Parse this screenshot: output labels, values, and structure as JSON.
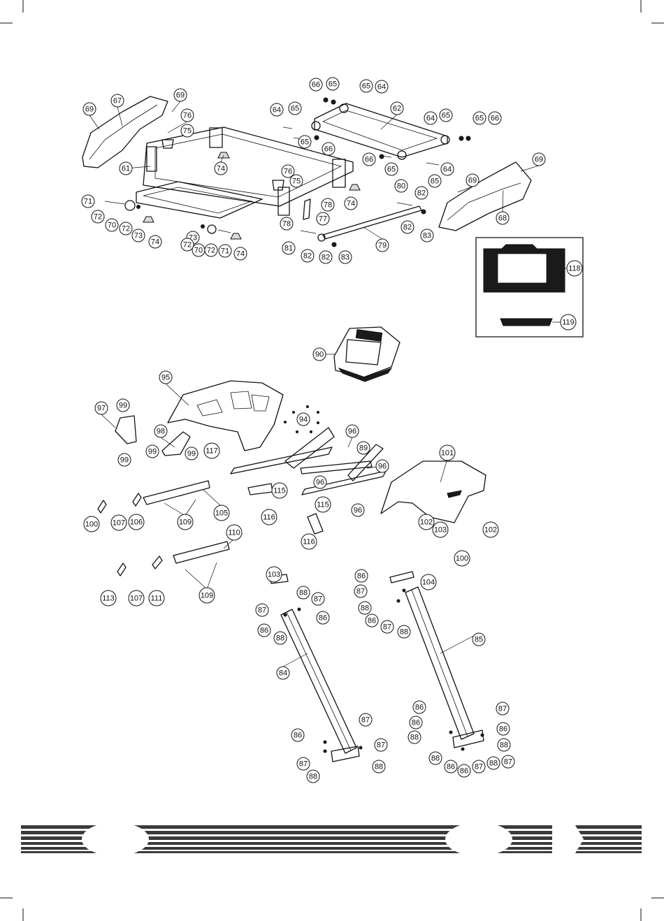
{
  "callouts": [
    {
      "label": "66"
    },
    {
      "label": "65"
    },
    {
      "label": "65"
    },
    {
      "label": "64"
    },
    {
      "label": "69"
    },
    {
      "label": "67"
    },
    {
      "label": "69"
    },
    {
      "label": "76"
    },
    {
      "label": "75"
    },
    {
      "label": "64"
    },
    {
      "label": "65"
    },
    {
      "label": "62"
    },
    {
      "label": "64"
    },
    {
      "label": "65"
    },
    {
      "label": "65"
    },
    {
      "label": "66"
    },
    {
      "label": "65"
    },
    {
      "label": "66"
    },
    {
      "label": "61"
    },
    {
      "label": "74"
    },
    {
      "label": "76"
    },
    {
      "label": "75"
    },
    {
      "label": "66"
    },
    {
      "label": "65"
    },
    {
      "label": "64"
    },
    {
      "label": "65"
    },
    {
      "label": "69"
    },
    {
      "label": "69"
    },
    {
      "label": "80"
    },
    {
      "label": "82"
    },
    {
      "label": "74"
    },
    {
      "label": "71"
    },
    {
      "label": "72"
    },
    {
      "label": "70"
    },
    {
      "label": "72"
    },
    {
      "label": "73"
    },
    {
      "label": "74"
    },
    {
      "label": "78"
    },
    {
      "label": "77"
    },
    {
      "label": "78"
    },
    {
      "label": "68"
    },
    {
      "label": "82"
    },
    {
      "label": "83"
    },
    {
      "label": "73"
    },
    {
      "label": "72"
    },
    {
      "label": "70"
    },
    {
      "label": "72"
    },
    {
      "label": "71"
    },
    {
      "label": "74"
    },
    {
      "label": "81"
    },
    {
      "label": "82"
    },
    {
      "label": "82"
    },
    {
      "label": "83"
    },
    {
      "label": "79"
    },
    {
      "label": "118"
    },
    {
      "label": "119"
    },
    {
      "label": "90"
    },
    {
      "label": "95"
    },
    {
      "label": "97"
    },
    {
      "label": "99"
    },
    {
      "label": "94"
    },
    {
      "label": "98"
    },
    {
      "label": "99"
    },
    {
      "label": "99"
    },
    {
      "label": "117"
    },
    {
      "label": "99"
    },
    {
      "label": "96"
    },
    {
      "label": "89"
    },
    {
      "label": "101"
    },
    {
      "label": "96"
    },
    {
      "label": "96"
    },
    {
      "label": "115"
    },
    {
      "label": "96"
    },
    {
      "label": "116"
    },
    {
      "label": "115"
    },
    {
      "label": "100"
    },
    {
      "label": "107"
    },
    {
      "label": "106"
    },
    {
      "label": "109"
    },
    {
      "label": "105"
    },
    {
      "label": "102"
    },
    {
      "label": "103"
    },
    {
      "label": "102"
    },
    {
      "label": "116"
    },
    {
      "label": "100"
    },
    {
      "label": "110"
    },
    {
      "label": "113"
    },
    {
      "label": "107"
    },
    {
      "label": "111"
    },
    {
      "label": "109"
    },
    {
      "label": "103"
    },
    {
      "label": "88"
    },
    {
      "label": "87"
    },
    {
      "label": "87"
    },
    {
      "label": "86"
    },
    {
      "label": "86"
    },
    {
      "label": "88"
    },
    {
      "label": "86"
    },
    {
      "label": "104"
    },
    {
      "label": "87"
    },
    {
      "label": "88"
    },
    {
      "label": "86"
    },
    {
      "label": "87"
    },
    {
      "label": "88"
    },
    {
      "label": "85"
    },
    {
      "label": "84"
    },
    {
      "label": "87"
    },
    {
      "label": "86"
    },
    {
      "label": "86"
    },
    {
      "label": "87"
    },
    {
      "label": "86"
    },
    {
      "label": "86"
    },
    {
      "label": "87"
    },
    {
      "label": "88"
    },
    {
      "label": "88"
    },
    {
      "label": "87"
    },
    {
      "label": "88"
    },
    {
      "label": "88"
    },
    {
      "label": "88"
    },
    {
      "label": "87"
    },
    {
      "label": "86"
    },
    {
      "label": "88"
    },
    {
      "label": "87"
    },
    {
      "label": "86"
    }
  ]
}
